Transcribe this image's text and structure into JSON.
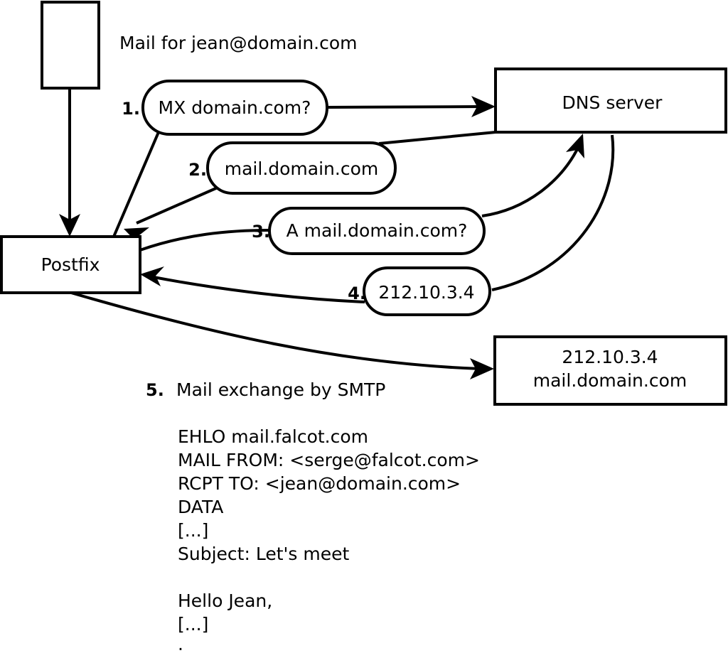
{
  "diagram": {
    "title_note": "Mail for jean@domain.com",
    "nodes": [
      {
        "id": "client",
        "label": "",
        "name": "client-box"
      },
      {
        "id": "postfix",
        "label": "Postfix",
        "name": "postfix-box"
      },
      {
        "id": "dns",
        "label": "DNS server",
        "name": "dns-server-box"
      },
      {
        "id": "target",
        "label_line1": "212.10.3.4",
        "label_line2": "mail.domain.com",
        "name": "mail-target-box"
      }
    ],
    "steps": [
      {
        "num": "1.",
        "text": "MX domain.com?"
      },
      {
        "num": "2.",
        "text": "mail.domain.com"
      },
      {
        "num": "3.",
        "text": "A mail.domain.com?"
      },
      {
        "num": "4.",
        "text": "212.10.3.4"
      }
    ],
    "step5": {
      "num": "5.",
      "caption": "Mail exchange by SMTP",
      "transcript": [
        "EHLO mail.falcot.com",
        "MAIL FROM: <serge@falcot.com>",
        "RCPT TO: <jean@domain.com>",
        "DATA",
        "[...]",
        "Subject: Let's meet",
        "",
        "Hello Jean,",
        "[...]",
        "",
        "."
      ]
    },
    "colors": {
      "stroke": "#000000",
      "fill": "#ffffff",
      "text": "#000000"
    }
  }
}
